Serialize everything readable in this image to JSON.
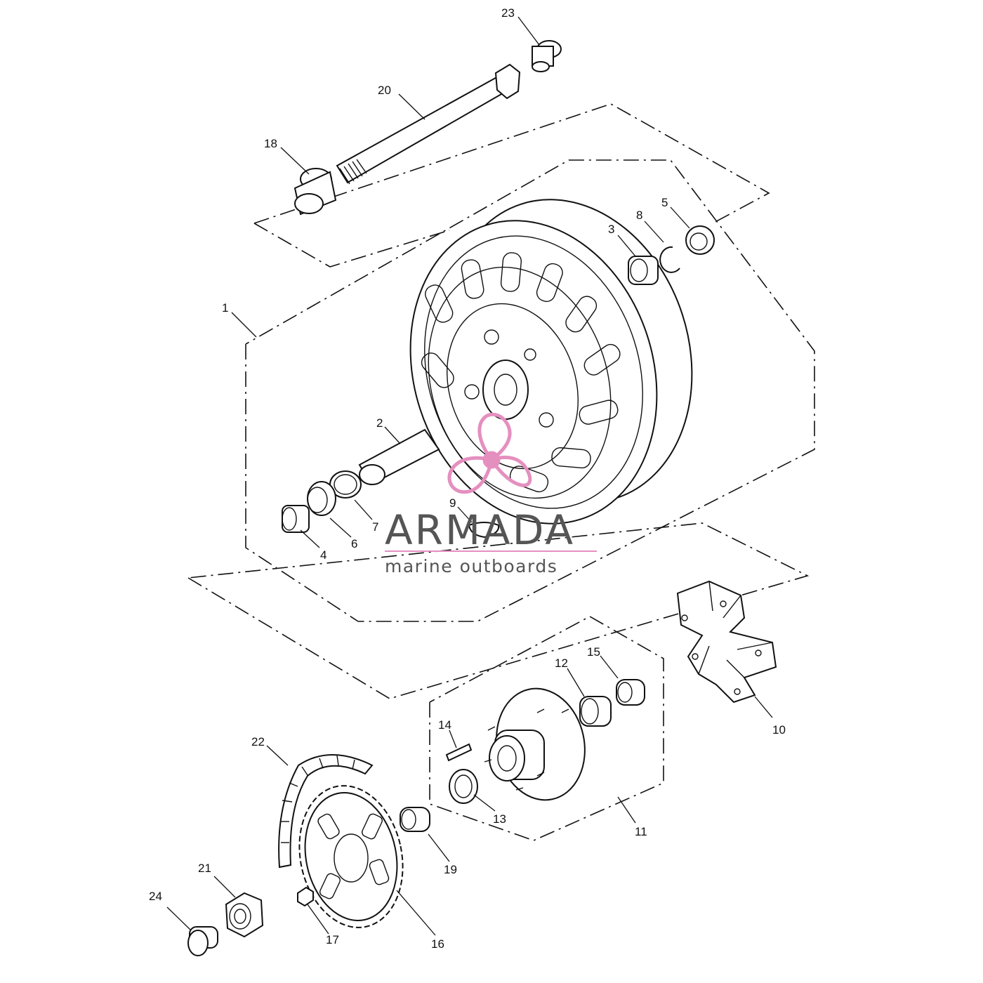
{
  "callouts": [
    {
      "id": "1",
      "label": "1"
    },
    {
      "id": "2",
      "label": "2"
    },
    {
      "id": "3",
      "label": "3"
    },
    {
      "id": "4",
      "label": "4"
    },
    {
      "id": "5",
      "label": "5"
    },
    {
      "id": "6",
      "label": "6"
    },
    {
      "id": "7",
      "label": "7"
    },
    {
      "id": "8",
      "label": "8"
    },
    {
      "id": "9",
      "label": "9"
    },
    {
      "id": "10",
      "label": "10"
    },
    {
      "id": "11",
      "label": "11"
    },
    {
      "id": "12",
      "label": "12"
    },
    {
      "id": "13",
      "label": "13"
    },
    {
      "id": "14",
      "label": "14"
    },
    {
      "id": "15",
      "label": "15"
    },
    {
      "id": "16",
      "label": "16"
    },
    {
      "id": "17",
      "label": "17"
    },
    {
      "id": "18",
      "label": "18"
    },
    {
      "id": "19",
      "label": "19"
    },
    {
      "id": "20",
      "label": "20"
    },
    {
      "id": "21",
      "label": "21"
    },
    {
      "id": "22",
      "label": "22"
    },
    {
      "id": "23",
      "label": "23"
    },
    {
      "id": "24",
      "label": "24"
    }
  ],
  "watermark": {
    "brand": "ARMADA",
    "tagline": "marine outboards",
    "logo_color": "#e58fbf",
    "text_color": "#555555"
  }
}
